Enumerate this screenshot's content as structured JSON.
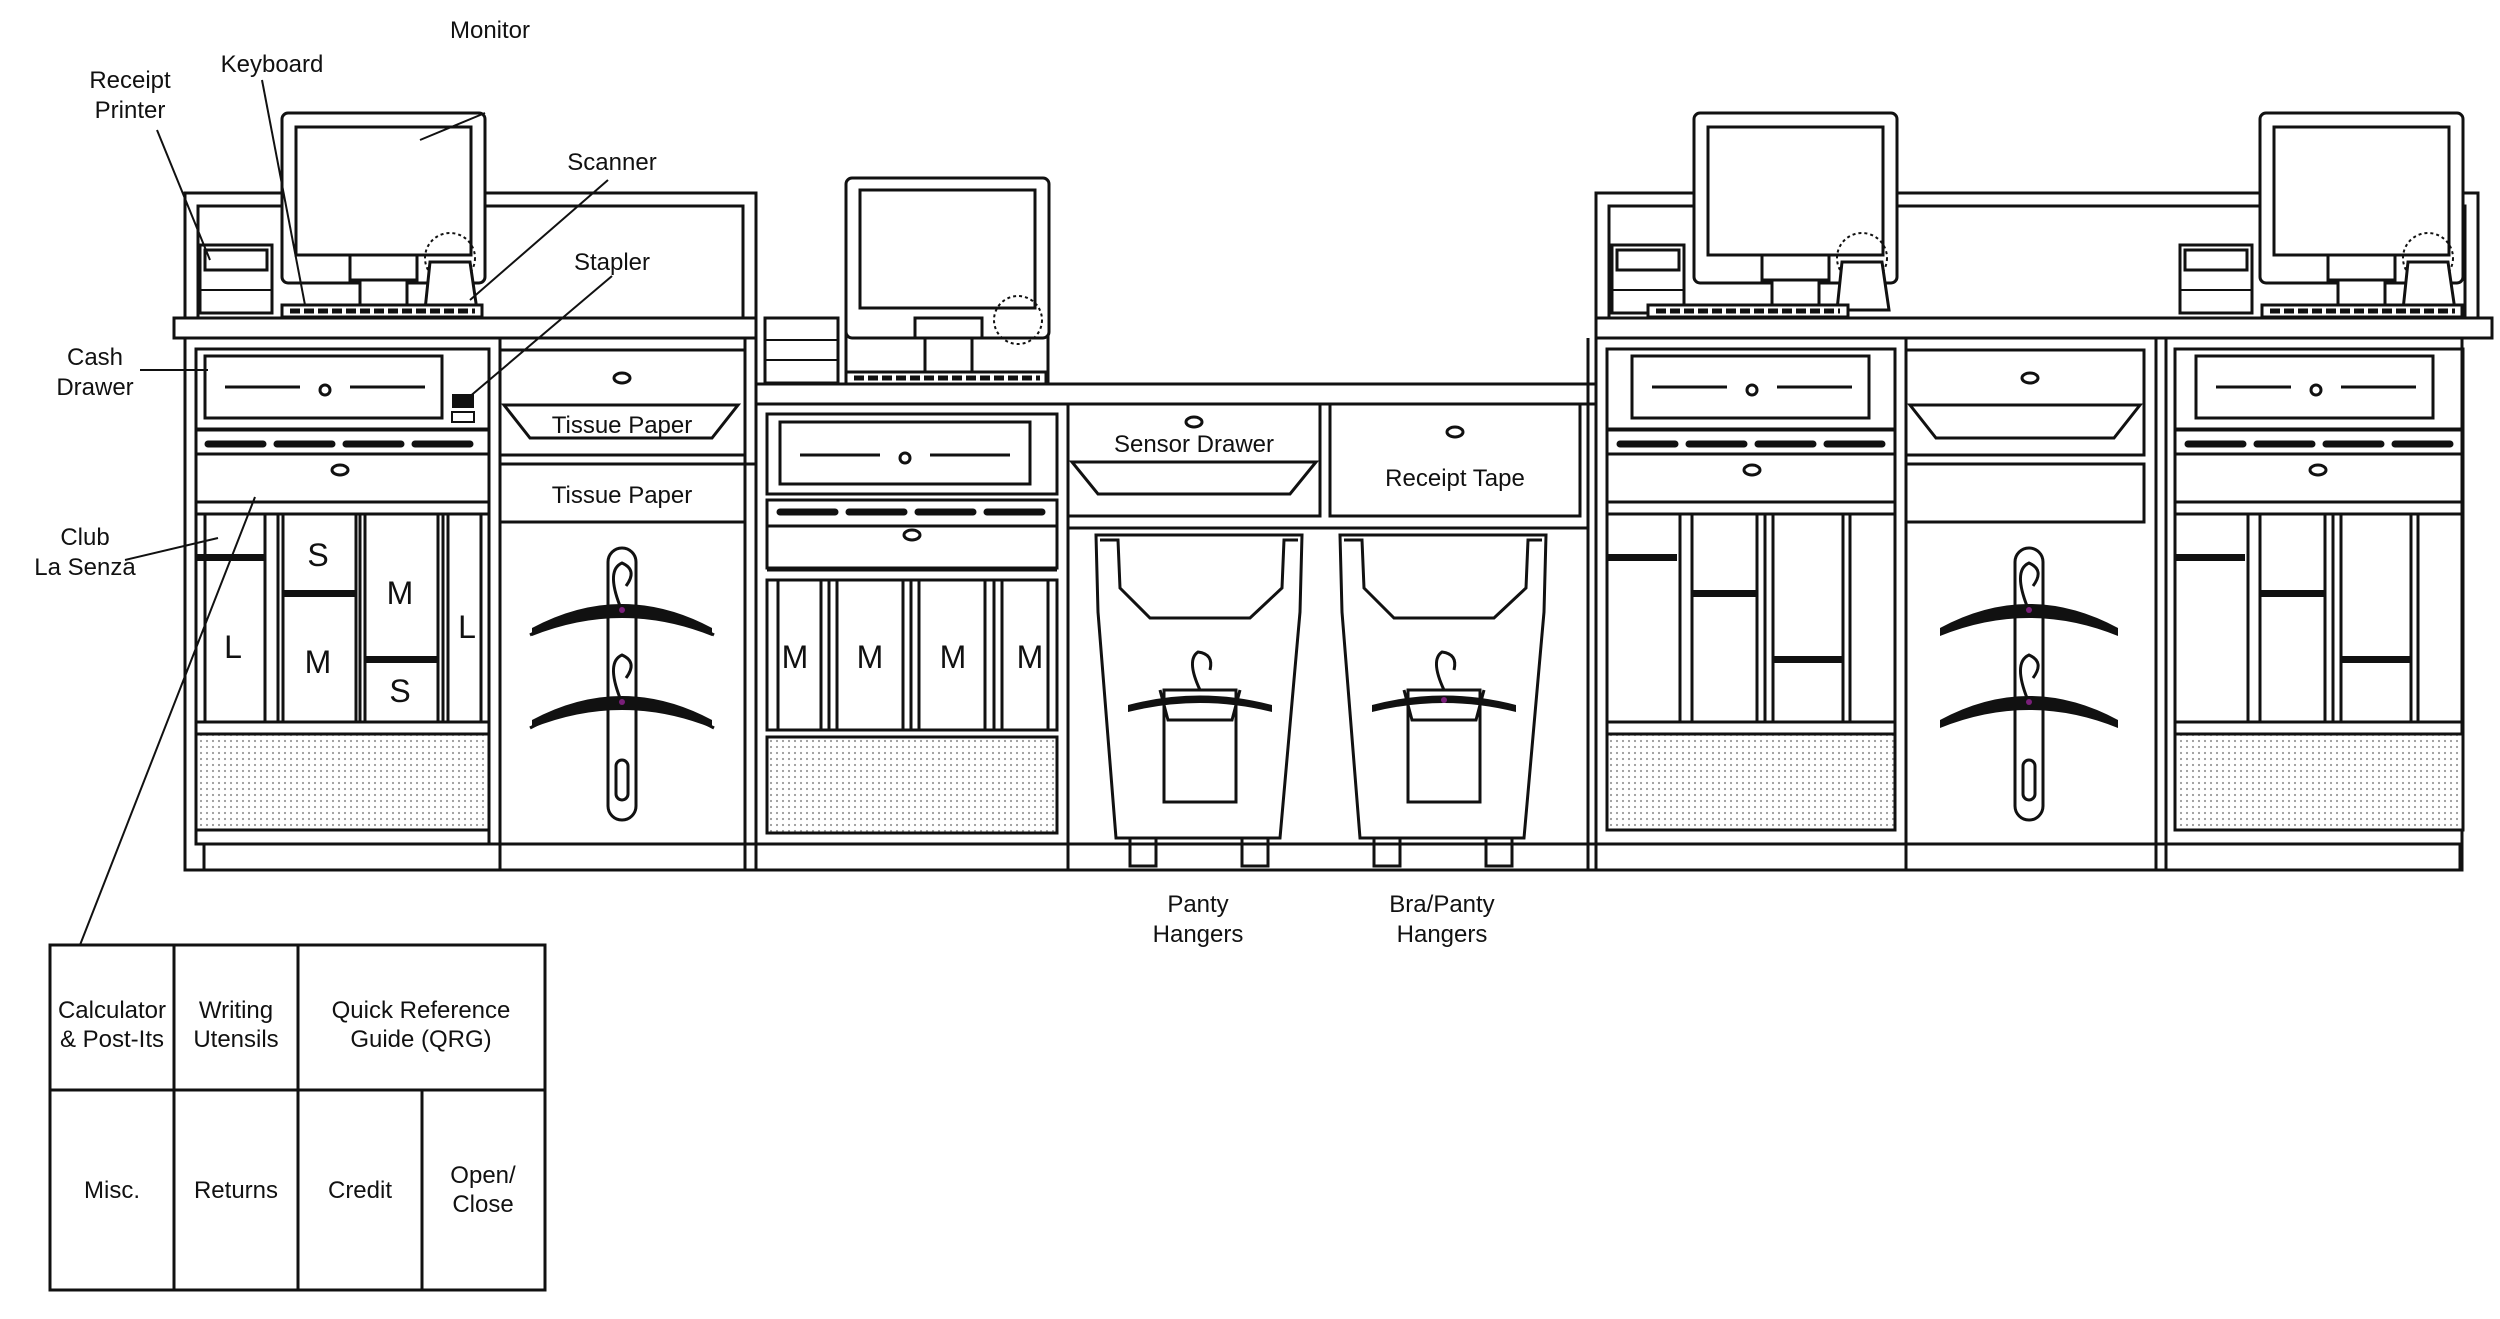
{
  "callouts": {
    "monitor": "Monitor",
    "keyboard": "Keyboard",
    "receipt_printer": [
      "Receipt",
      "Printer"
    ],
    "scanner": "Scanner",
    "stapler": "Stapler",
    "cash_drawer": [
      "Cash",
      "Drawer"
    ],
    "club_la_senza": [
      "Club",
      "La Senza"
    ]
  },
  "drawers": {
    "tissue_paper_top": "Tissue Paper",
    "tissue_paper_bottom": "Tissue Paper",
    "sensor_drawer": "Sensor Drawer",
    "receipt_tape": "Receipt Tape"
  },
  "bins": {
    "panty": [
      "Panty",
      "Hangers"
    ],
    "bra_panty": [
      "Bra/Panty",
      "Hangers"
    ]
  },
  "size_cubbies": {
    "station_1": [
      "L",
      "S",
      "M",
      "M",
      "S",
      "L"
    ],
    "station_2": [
      "M",
      "M",
      "M",
      "M"
    ]
  },
  "drawer_organizer": {
    "top_row": [
      [
        "Calculator",
        "& Post-Its"
      ],
      [
        "Writing",
        "Utensils"
      ],
      [
        "Quick Reference",
        "Guide (QRG)"
      ]
    ],
    "bottom_row": [
      [
        "Misc."
      ],
      [
        "Returns"
      ],
      [
        "Credit"
      ],
      [
        "Open/",
        "Close"
      ]
    ]
  },
  "colors": {
    "line": "#111111",
    "accent_purple": "#7a1f7a",
    "mesh": "#dcdcdc"
  }
}
